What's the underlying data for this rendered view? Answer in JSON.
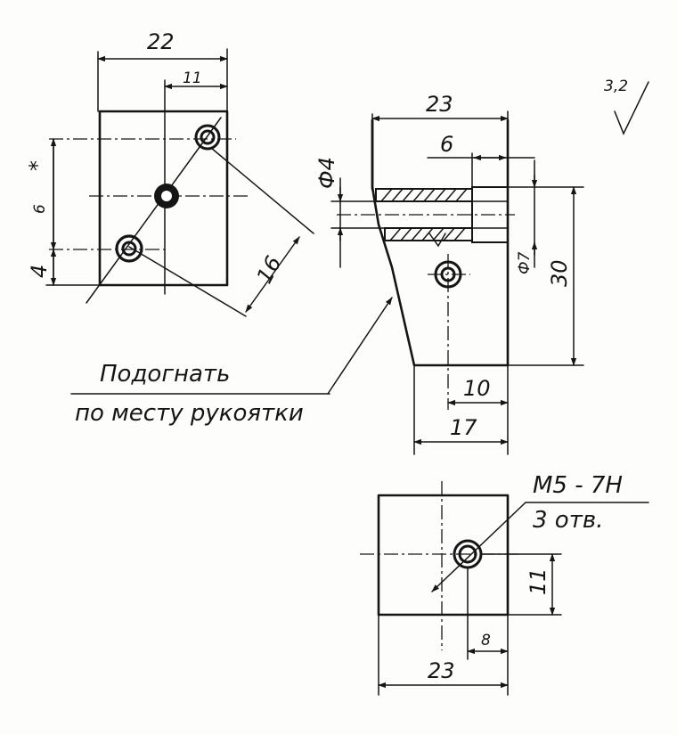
{
  "view_left": {
    "dim_width": "22",
    "dim_half": "11",
    "dim_diagonal": "16",
    "dim_vertical": "4",
    "dim_vertical_small": "6",
    "mark_star": "*"
  },
  "view_side": {
    "dim_width": "23",
    "dim_6": "6",
    "dim_phi4": "Ф4",
    "dim_phi7": "Ф7",
    "dim_height": "30",
    "dim_10": "10",
    "dim_17": "17"
  },
  "roughness": "3,2",
  "note": {
    "line1": "Подогнать",
    "line2": "по месту рукоятки"
  },
  "view_bottom": {
    "thread": "М5 - 7Н",
    "holes": "3 отв.",
    "dim_11": "11",
    "dim_8": "8",
    "dim_23": "23"
  }
}
